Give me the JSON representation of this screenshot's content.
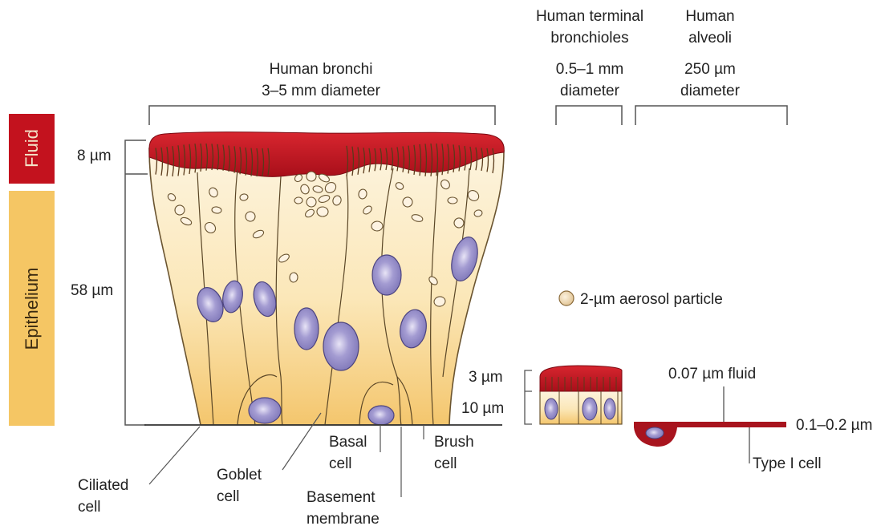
{
  "side_labels": {
    "fluid": "Fluid",
    "epithelium": "Epithelium"
  },
  "colors": {
    "fluid": "#c3121e",
    "epithelium": "#f5c664",
    "nucleus": "#8f86c4",
    "cell_fill_light": "#fbeed0",
    "particle": "#ecd3a6"
  },
  "bronchi": {
    "title_line1": "Human bronchi",
    "title_line2": "3–5 mm diameter"
  },
  "terminal": {
    "title_line1": "Human terminal",
    "title_line2": "bronchioles",
    "diam_line1": "0.5–1 mm",
    "diam_line2": "diameter"
  },
  "alveoli": {
    "title_line1": "Human",
    "title_line2": "alveoli",
    "diam_line1": "250 µm",
    "diam_line2": "diameter"
  },
  "dimensions": {
    "fluid_thickness": "8 µm",
    "epithelium_thickness": "58 µm",
    "terminal_fluid": "3 µm",
    "terminal_epithelium": "10 µm",
    "alveoli_fluid": "0.07 µm fluid",
    "alveoli_thickness": "0.1–0.2 µm"
  },
  "legend": {
    "aerosol": "2-µm aerosol particle"
  },
  "cell_labels": {
    "ciliated_1": "Ciliated",
    "ciliated_2": "cell",
    "goblet_1": "Goblet",
    "goblet_2": "cell",
    "basal_1": "Basal",
    "basal_2": "cell",
    "basement_1": "Basement",
    "basement_2": "membrane",
    "brush_1": "Brush",
    "brush_2": "cell",
    "type1": "Type I cell"
  }
}
